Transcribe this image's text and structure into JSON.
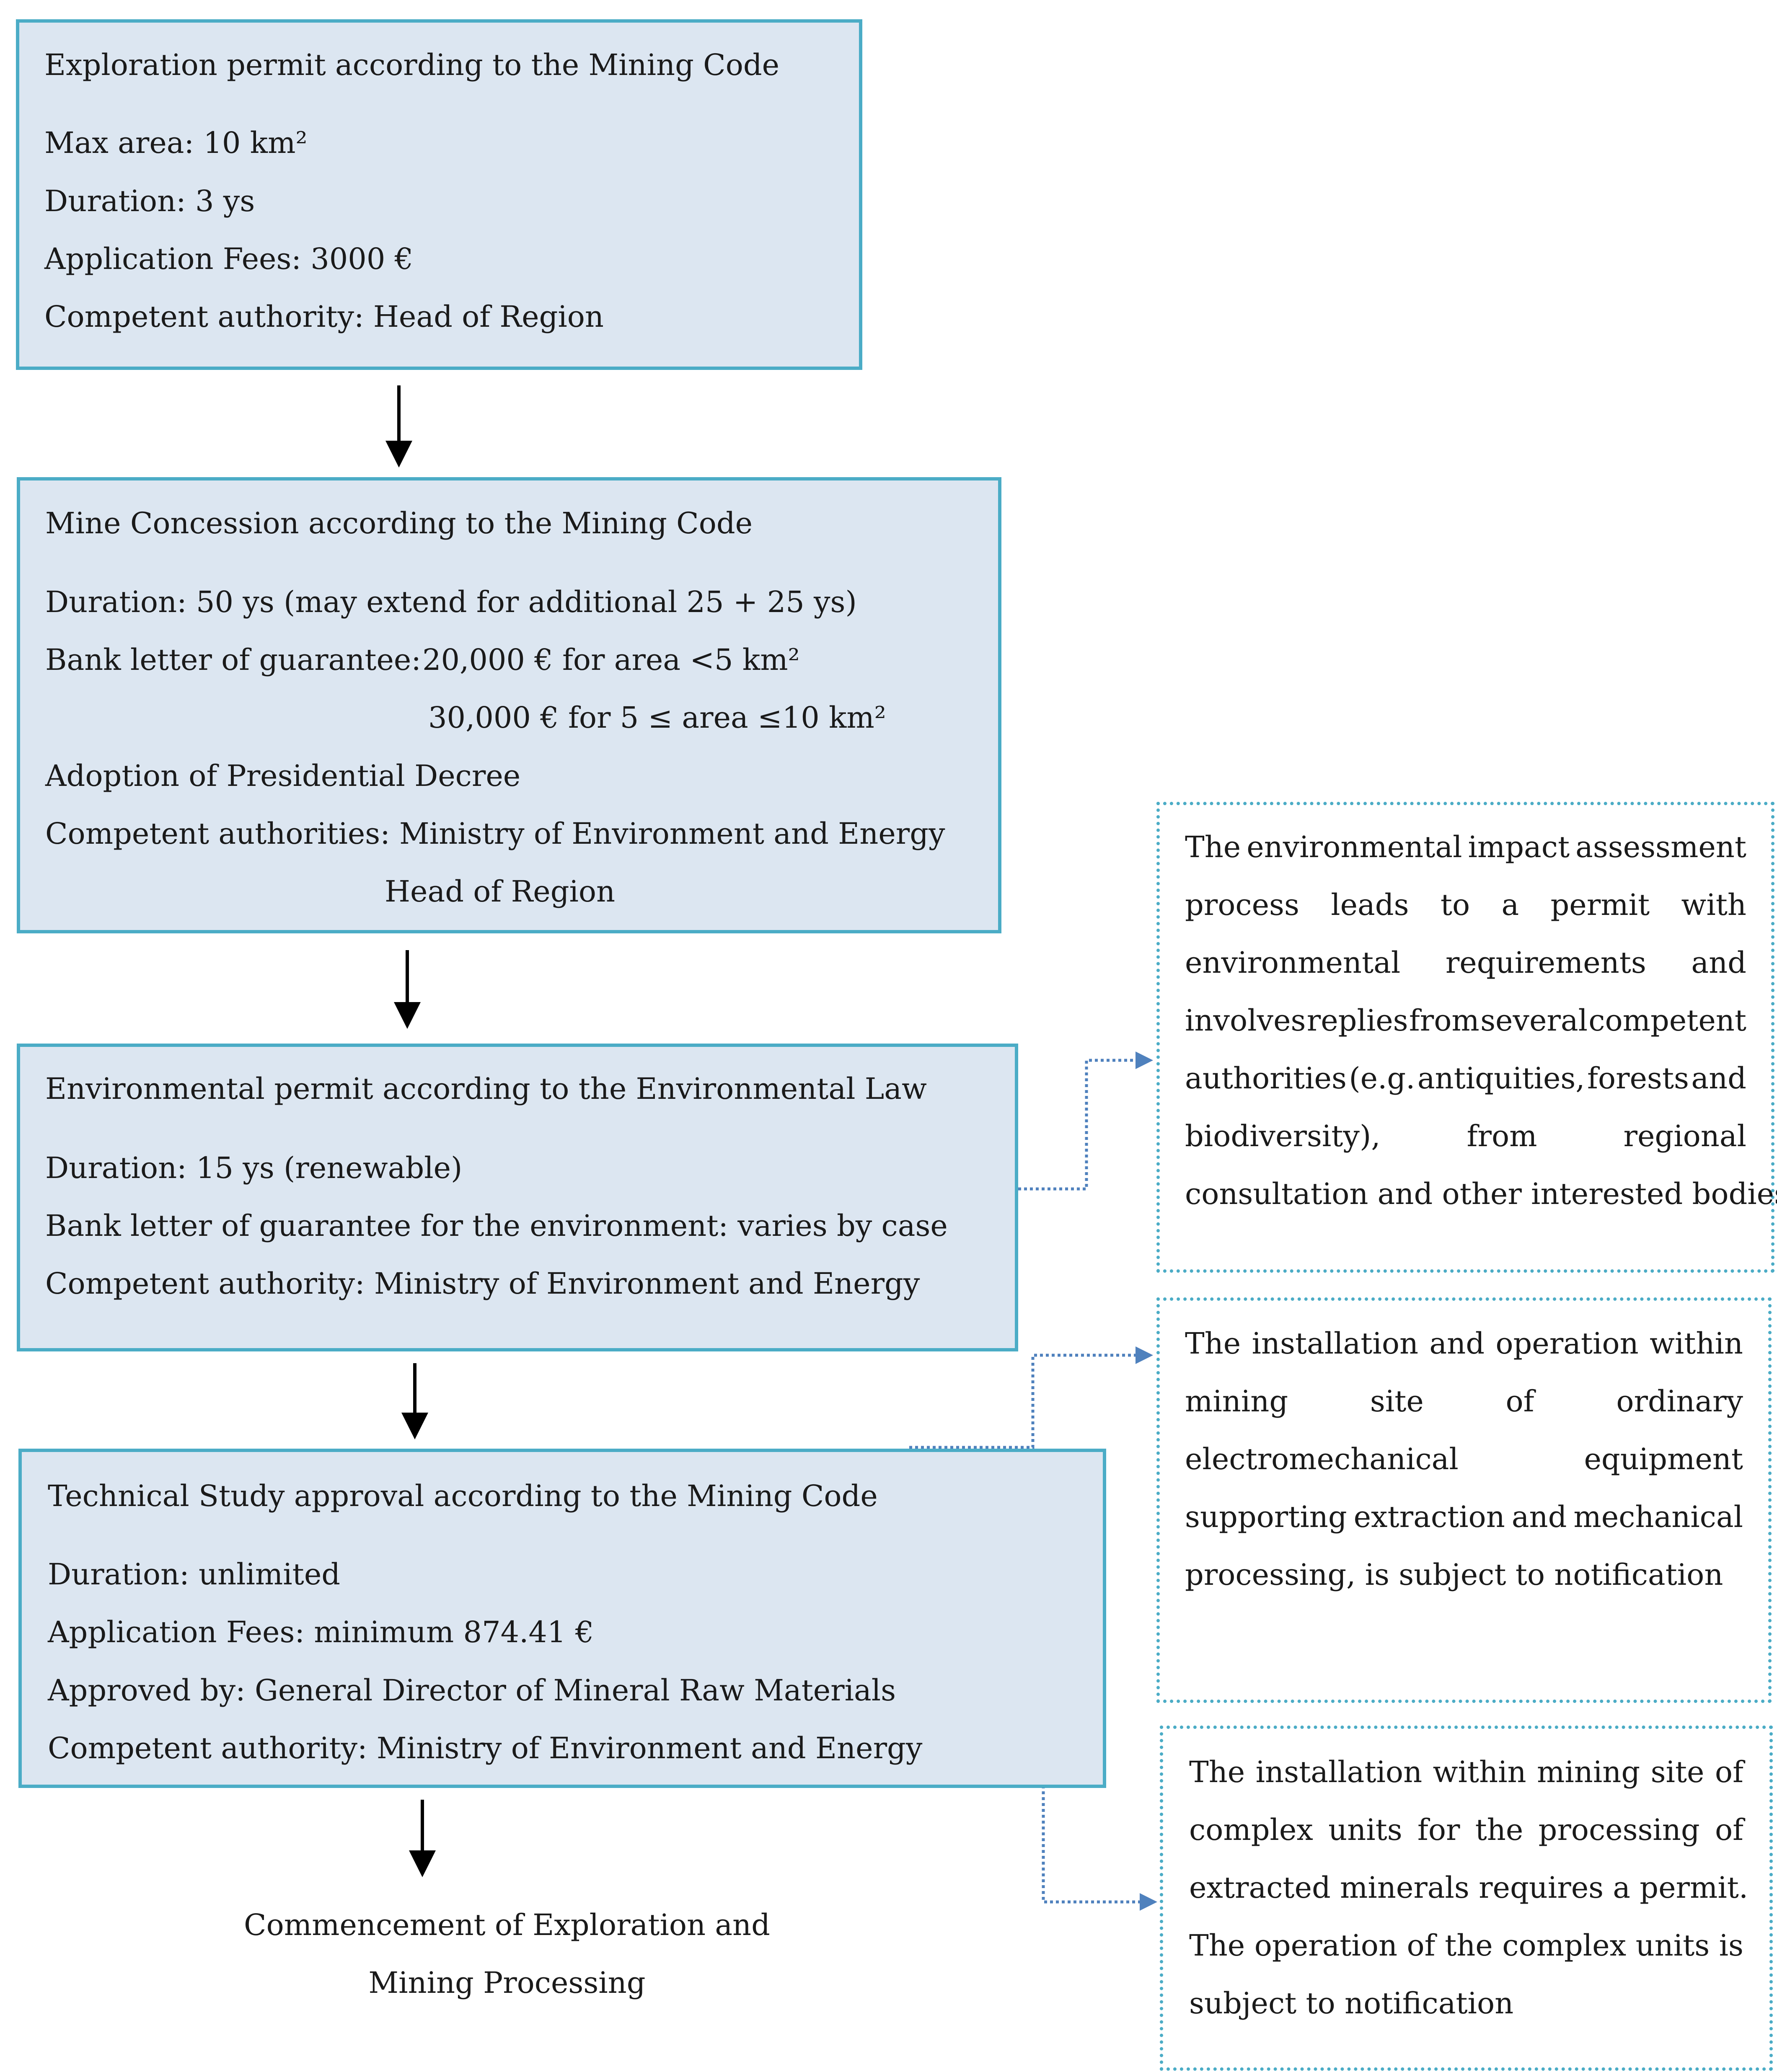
{
  "box1": {
    "title": "Exploration permit according to the Mining Code",
    "lines": [
      "Max area: 10 km²",
      "Duration: 3 ys",
      "Application Fees: 3000 €",
      "Competent authority: Head of Region"
    ]
  },
  "box2": {
    "title": "Mine Concession according to the Mining Code",
    "duration": "Duration: 50 ys (may extend for additional 25 + 25 ys)",
    "guarantee_label": "Bank letter of guarantee:",
    "guarantee_1": "20,000 € for area <5 km²",
    "guarantee_2": "30,000 € for 5 ≤ area ≤10 km²",
    "decree": "Adoption of Presidential Decree",
    "authority_1": "Competent authorities: Ministry of Environment and Energy",
    "authority_2": "Head of Region"
  },
  "box3": {
    "title": "Environmental permit according to the Environmental Law",
    "lines": [
      "Duration: 15 ys (renewable)",
      "Bank letter of guarantee for the environment: varies by case",
      "Competent authority: Ministry of Environment and Energy"
    ]
  },
  "box4": {
    "title": "Technical Study approval according to the Mining Code",
    "lines": [
      "Duration: unlimited",
      "Application Fees: minimum 874.41 €",
      "Approved by: General Director of Mineral Raw Materials",
      "Competent authority: Ministry of Environment and Energy"
    ]
  },
  "final": {
    "line_1": "Commencement of Exploration and",
    "line_2": "Mining Processing"
  },
  "side1": {
    "lines": [
      [
        "The",
        "environmental",
        "impact",
        "assessment"
      ],
      [
        "process",
        "leads",
        "to",
        "a",
        "permit",
        "with"
      ],
      [
        "environmental",
        "requirements",
        "and"
      ],
      [
        "involves",
        "replies",
        "from",
        "several",
        "competent"
      ],
      [
        "authorities",
        "(e.g.",
        "antiquities,",
        "forests",
        "and"
      ],
      [
        "biodiversity),",
        "from",
        "regional"
      ],
      [
        "consultation and other interested bodies"
      ]
    ]
  },
  "side2": {
    "lines": [
      [
        "The",
        "installation",
        "and",
        "operation",
        "within"
      ],
      [
        "mining",
        "site",
        "of",
        "ordinary"
      ],
      [
        "electromechanical",
        "equipment"
      ],
      [
        "supporting",
        "extraction",
        "and",
        "mechanical"
      ],
      [
        "processing, is subject to notification"
      ]
    ]
  },
  "side3": {
    "lines": [
      [
        "The",
        "installation",
        "within",
        "mining",
        "site",
        "of"
      ],
      [
        "complex",
        "units",
        "for",
        "the",
        "processing",
        "of"
      ],
      [
        "extracted minerals requires a permit."
      ],
      [
        "The",
        "operation",
        "of",
        "the",
        "complex",
        "units",
        "is"
      ],
      [
        "subject to notification"
      ]
    ]
  },
  "colors": {
    "box_fill": "#dce6f1",
    "box_border": "#4bacc6",
    "dotted_arrow": "#4f81bd",
    "arrow": "#000000"
  }
}
